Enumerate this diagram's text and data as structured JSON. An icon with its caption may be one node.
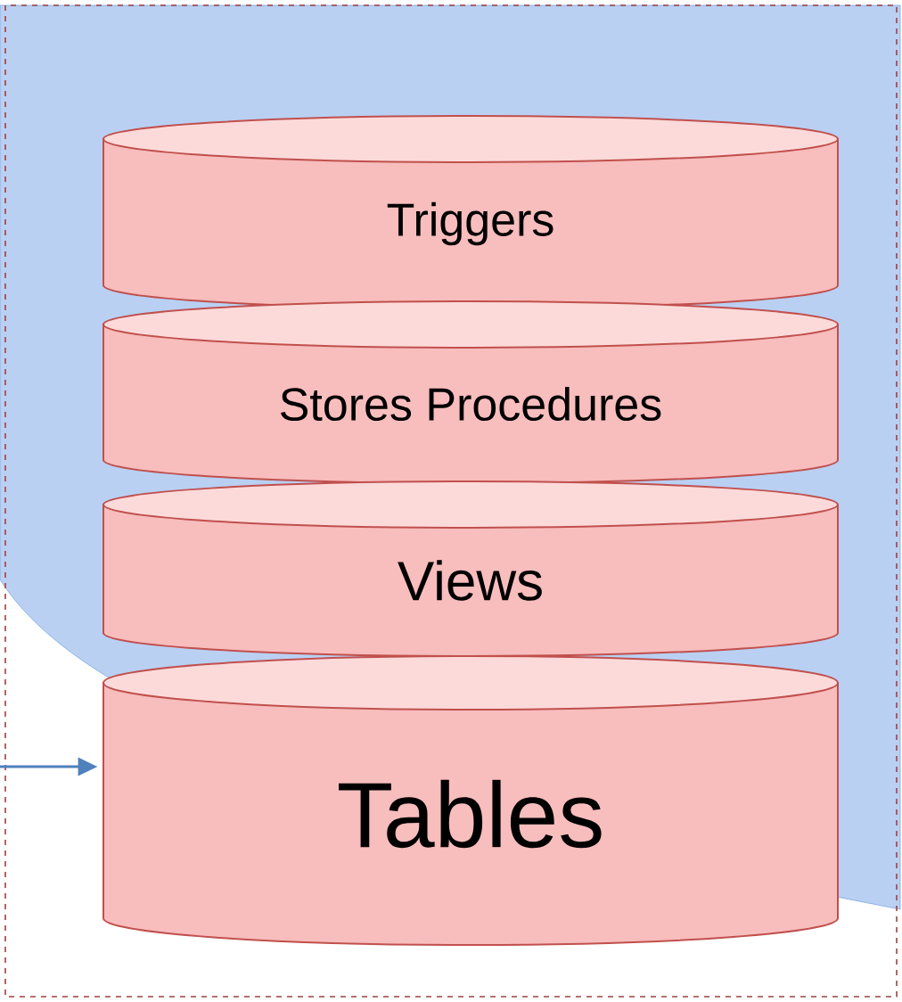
{
  "diagram": {
    "nodes": [
      {
        "text": [
          "Triggers"
        ]
      },
      {
        "text": [
          "Stores Procedures"
        ]
      },
      {
        "text": [
          "Views"
        ]
      },
      {
        "text": [
          "Tables"
        ]
      }
    ],
    "edges": [
      {
        "from": null,
        "to": 3,
        "arrow": "to"
      }
    ]
  }
}
